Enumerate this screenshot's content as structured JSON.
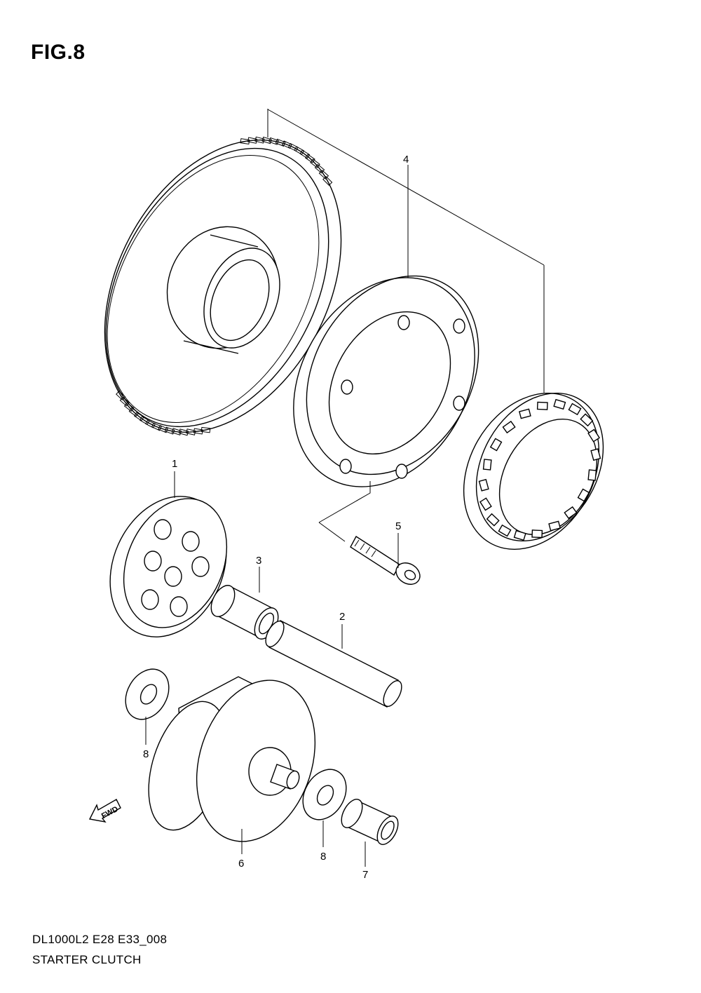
{
  "figure": {
    "title": "FIG.8"
  },
  "footer": {
    "model_code": "DL1000L2 E28 E33_008",
    "section_name": "STARTER CLUTCH"
  },
  "callouts": {
    "p1": "1",
    "p2": "2",
    "p3": "3",
    "p4": "4",
    "p5": "5",
    "p6": "6",
    "p7": "7",
    "p8a": "8",
    "p8b": "8"
  },
  "direction_marker": {
    "label": "FWD",
    "icon": "fwd-arrow-icon"
  }
}
